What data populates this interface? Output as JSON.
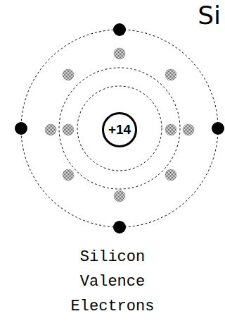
{
  "diagram": {
    "caption": "Silicon Valence Electrons",
    "nodes": [
      {
        "text": [
          "+14"
        ]
      }
    ],
    "labels": [
      "Si"
    ]
  }
}
